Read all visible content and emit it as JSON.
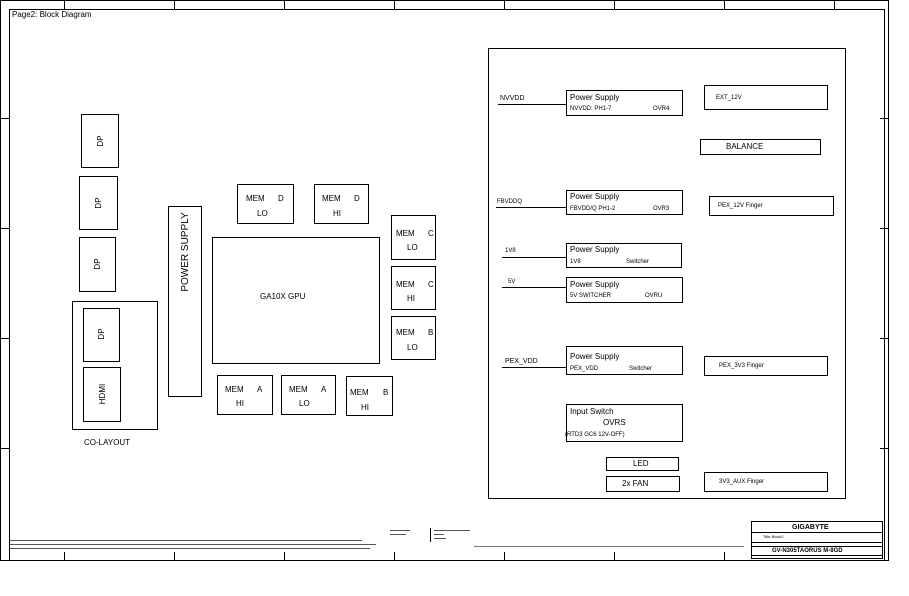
{
  "page_title": "Page2: Block Diagram",
  "left": {
    "dp1": "DP",
    "dp2": "DP",
    "dp3": "DP",
    "dp4": "DP",
    "hdmi": "HDMI",
    "colayout": "CO-LAYOUT",
    "power_supply": "POWER SUPPLY"
  },
  "gpu": {
    "label": "GA10X GPU",
    "mem_d_lo": [
      "MEM",
      "D",
      "LO"
    ],
    "mem_d_hi": [
      "MEM",
      "D",
      "HI"
    ],
    "mem_c_lo": [
      "MEM",
      "C",
      "LO"
    ],
    "mem_c_hi": [
      "MEM",
      "C",
      "HI"
    ],
    "mem_b_lo": [
      "MEM",
      "B",
      "LO"
    ],
    "mem_a_hi": [
      "MEM",
      "A",
      "HI"
    ],
    "mem_a_lo": [
      "MEM",
      "A",
      "LO"
    ],
    "mem_b_hi": [
      "MEM",
      "B",
      "HI"
    ]
  },
  "power": {
    "nvvdd_net": "NVVDD",
    "ps1_title": "Power Supply",
    "ps1_sub": "NVVDD: PH1-7",
    "ps1_ic": "OVR4",
    "ext12v": "EXT_12V",
    "balance": "BALANCE",
    "fbvddq_net": "FBVDDQ",
    "ps2_title": "Power Supply",
    "ps2_sub": "FBVDD/Q PH1-2",
    "ps2_ic": "OVR3",
    "pex12v": "PEX_12V Finger",
    "net_1v8": "1V8",
    "ps3_title": "Power Supply",
    "ps3_sub": "1V8",
    "ps3_ic": "Switcher",
    "net_5v": "5V",
    "ps4_title": "Power Supply",
    "ps4_sub": "5V SWITCHER",
    "ps4_ic": "OVRU",
    "pexvdd_net": "PEX_VDD",
    "ps5_title": "Power Supply",
    "ps5_sub": "PEX_VDD",
    "ps5_ic": "Switcher",
    "pex3v3": "PEX_3V3 Finger",
    "input_switch": "Input Switch",
    "input_ovrs": "OVRS",
    "input_note": "(RTD3 GC6 12V-OFF)",
    "led": "LED",
    "fan": "2x FAN",
    "aux": "3V3_AUX Finger"
  },
  "title_block": {
    "company": "GIGABYTE",
    "title_label": "Title Block2",
    "model": "GV-N305TAORUS M-8GD"
  },
  "colors": {
    "line": "#000000",
    "background": "#ffffff"
  }
}
